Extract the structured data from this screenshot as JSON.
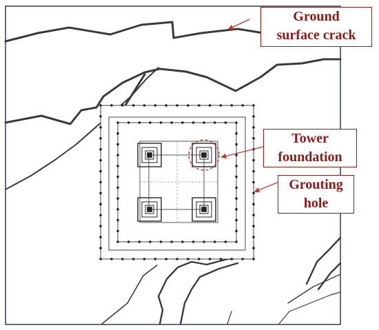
{
  "labels": {
    "ground_crack": [
      "Ground",
      "surface crack"
    ],
    "tower_foundation": [
      "Tower",
      "foundation"
    ],
    "grouting_hole": [
      "Grouting",
      "hole"
    ]
  },
  "colors": {
    "crack": "#3a3a3a",
    "frame": "#1f2a5a",
    "callout": "#8b1a1a",
    "arrow": "#c0392b",
    "highlight_circle": "#b03030"
  },
  "counts": {
    "inner_hole_ring_per_side": 12,
    "outer_hole_ring_per_side": 15,
    "tower_legs": 4
  }
}
